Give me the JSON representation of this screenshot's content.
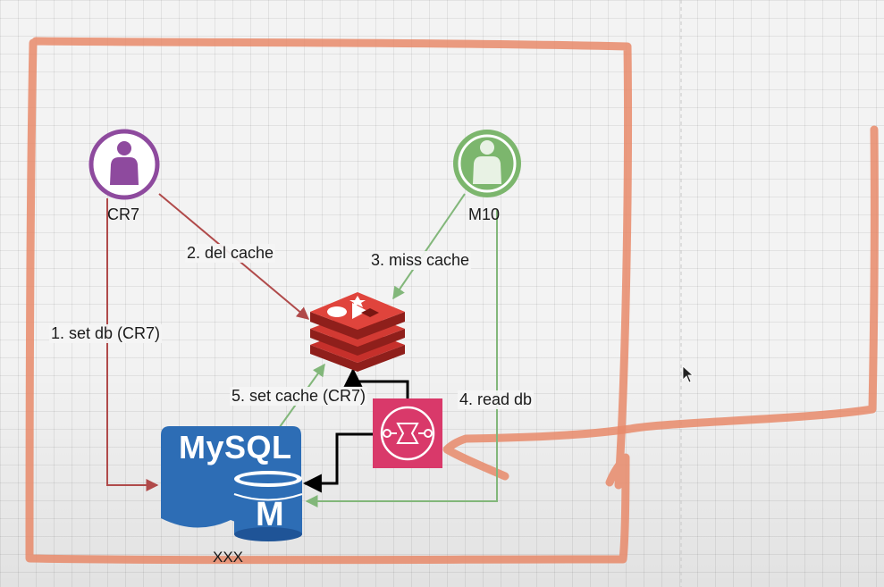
{
  "nodes": {
    "user_a": {
      "label": "CR7",
      "color": "#8e4a9e"
    },
    "user_b": {
      "label": "M10",
      "color": "#7cb66d"
    },
    "mysql": {
      "logo_text": "MySQL",
      "badge_letter": "M",
      "label": "XXX",
      "color": "#2d6db5"
    },
    "redis": {
      "icon": "redis-cache-icon",
      "color": "#c6302b"
    },
    "queue": {
      "icon": "message-queue-icon",
      "color": "#d9396a"
    }
  },
  "edges": {
    "set_db": "1. set db (CR7)",
    "del_cache": "2. del cache",
    "miss_cache": "3. miss cache",
    "read_db": "4. read db",
    "set_cache": "5. set cache (CR7)"
  },
  "colors": {
    "edge_red": "#b04a4a",
    "edge_green": "#82b77a",
    "edge_black": "#000000",
    "annotation": "#e8896a"
  }
}
